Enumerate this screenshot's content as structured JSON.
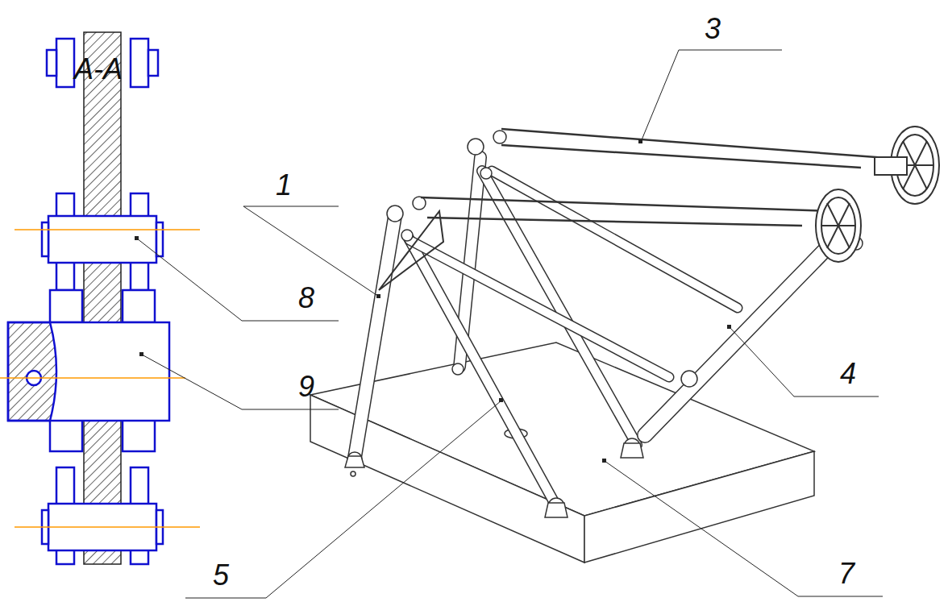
{
  "diagram": {
    "labels": [
      "A-A",
      "3",
      "1",
      "8",
      "9",
      "4",
      "5",
      "7"
    ]
  }
}
